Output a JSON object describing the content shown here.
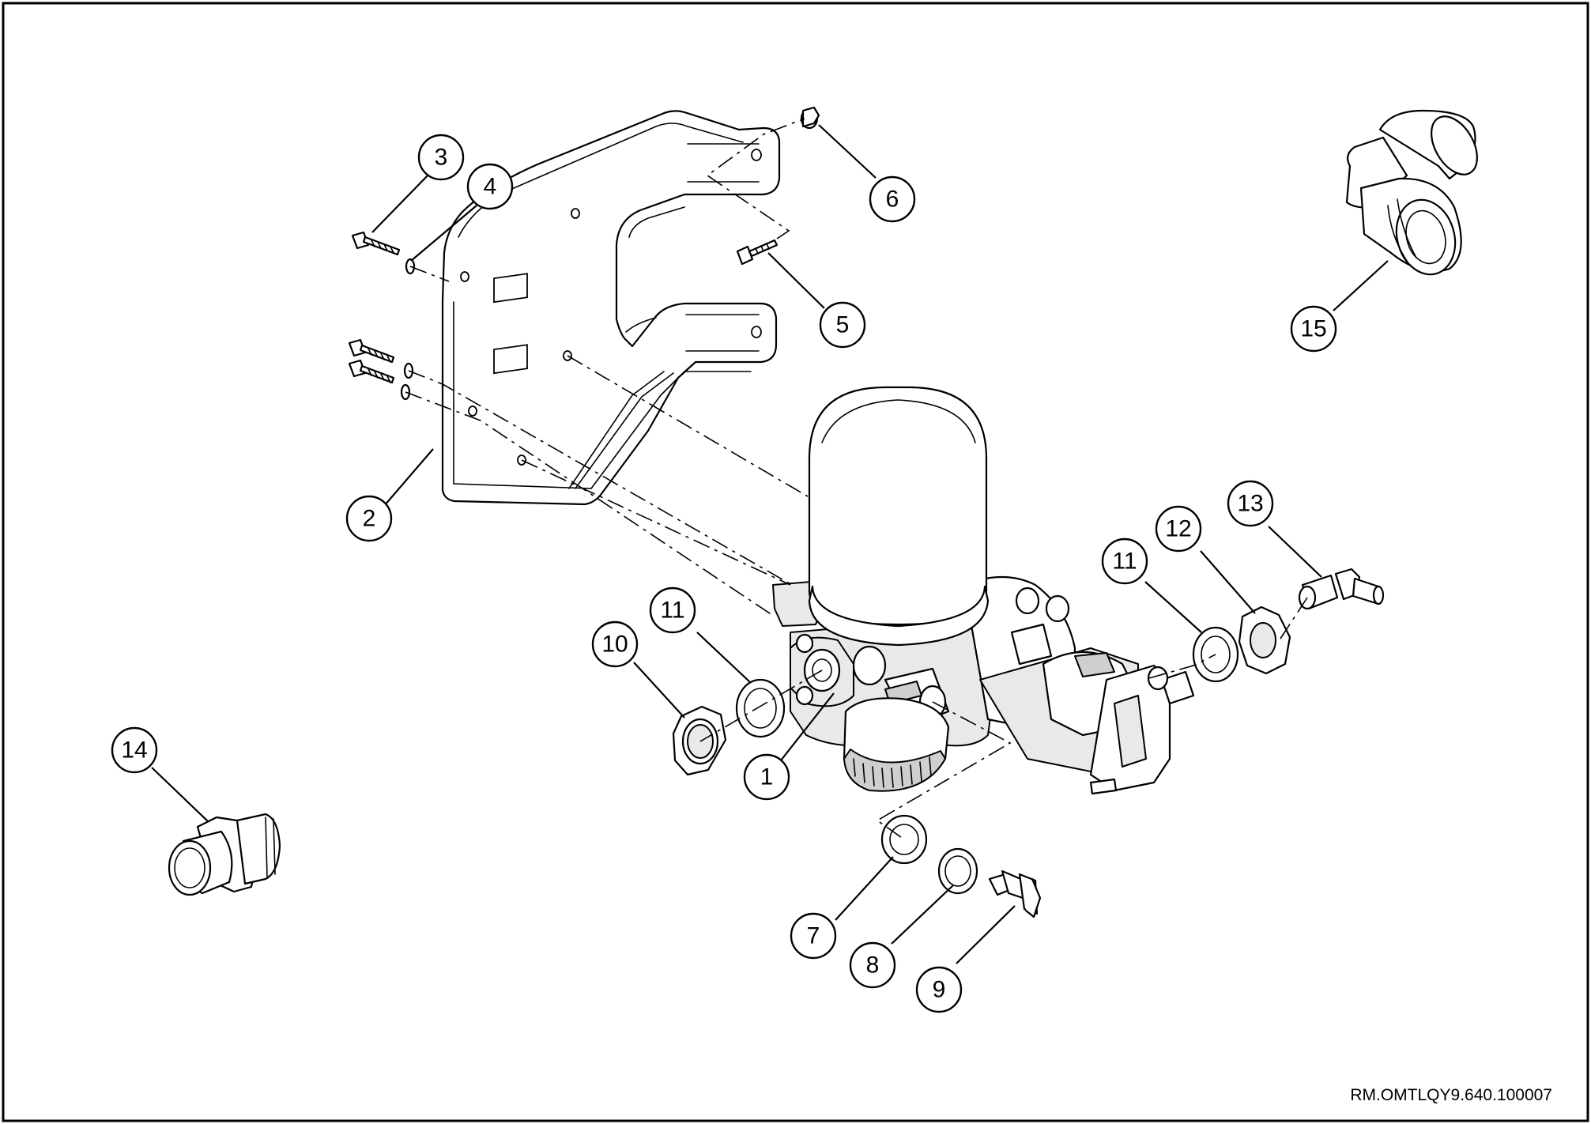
{
  "diagram": {
    "reference_code": "RM.OMTLQY9.640.100007",
    "callouts": [
      "1",
      "2",
      "3",
      "4",
      "5",
      "6",
      "7",
      "8",
      "9",
      "10",
      "11",
      "11",
      "12",
      "13",
      "14",
      "15"
    ]
  }
}
